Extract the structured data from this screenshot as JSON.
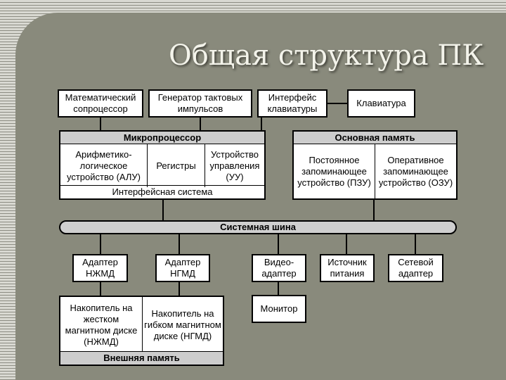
{
  "slide": {
    "title": "Общая структура ПК"
  },
  "top_row": {
    "coprocessor": "Математический сопроцессор",
    "clock": "Генератор тактовых импульсов",
    "keyboard_interface": "Интерфейс клавиатуры",
    "keyboard": "Клавиатура"
  },
  "cpu": {
    "title": "Микропроцессор",
    "alu": "Арифметико-логическое устройство (АЛУ)",
    "registers": "Регистры",
    "control_unit": "Устройство управления (УУ)",
    "interface_system": "Интерфейсная система"
  },
  "main_memory": {
    "title": "Основная память",
    "rom": "Постоянное запоминающее устройство (ПЗУ)",
    "ram": "Оперативное запоминающее устройство (ОЗУ)"
  },
  "bus": {
    "label": "Системная шина"
  },
  "adapters": {
    "hdd_adapter": "Адаптер НЖМД",
    "fdd_adapter": "Адаптер НГМД",
    "video_adapter": "Видео-адаптер",
    "power_supply": "Источник питания",
    "network_adapter": "Сетевой адаптер"
  },
  "external_memory": {
    "hdd": "Накопитель на жестком магнитном диске (НЖМД)",
    "fdd": "Накопитель на гибком магнитном диске (НГМД)",
    "title": "Внешняя память"
  },
  "monitor": {
    "label": "Монитор"
  }
}
